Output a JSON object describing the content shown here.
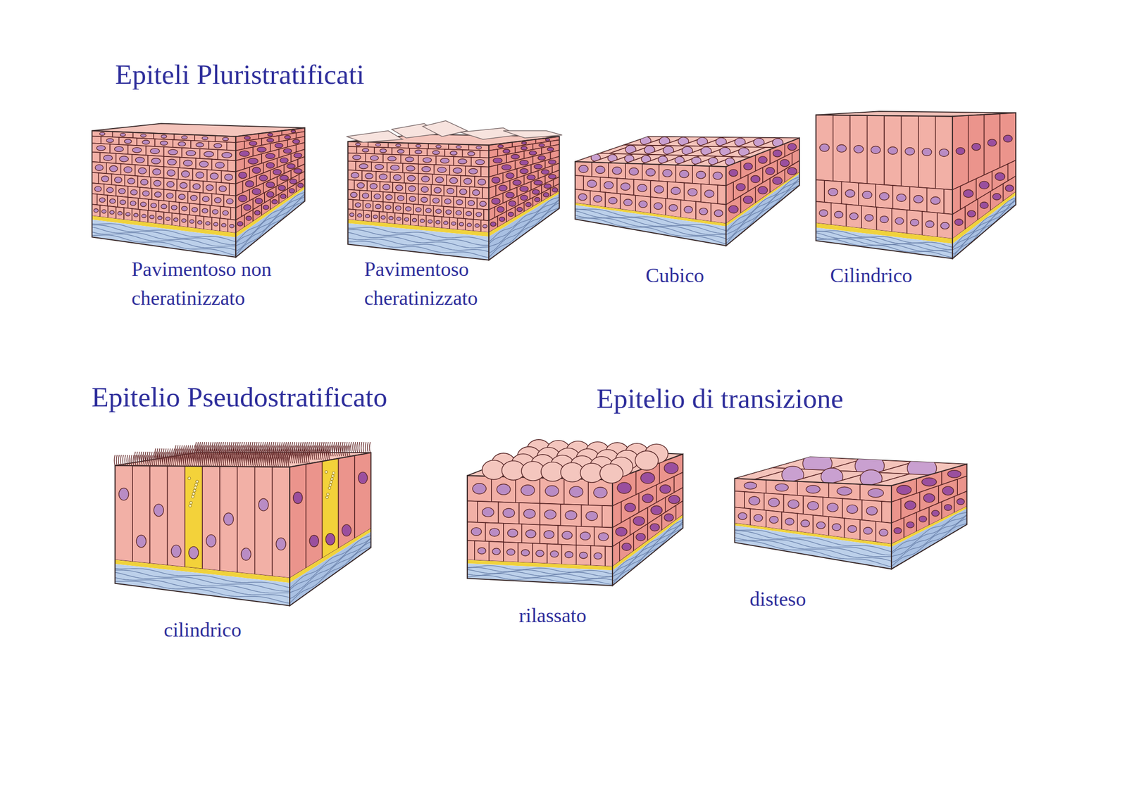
{
  "diagram": {
    "labels": [
      "Epiteli Pluristratificati",
      "Pavimentoso non cheratinizzato",
      "Pavimentoso cheratinizzato",
      "Cubico",
      "Cilindrico",
      "Epitelio Pseudostratificato",
      "cilindrico",
      "Epitelio di transizione",
      "rilassato",
      "disteso"
    ]
  }
}
